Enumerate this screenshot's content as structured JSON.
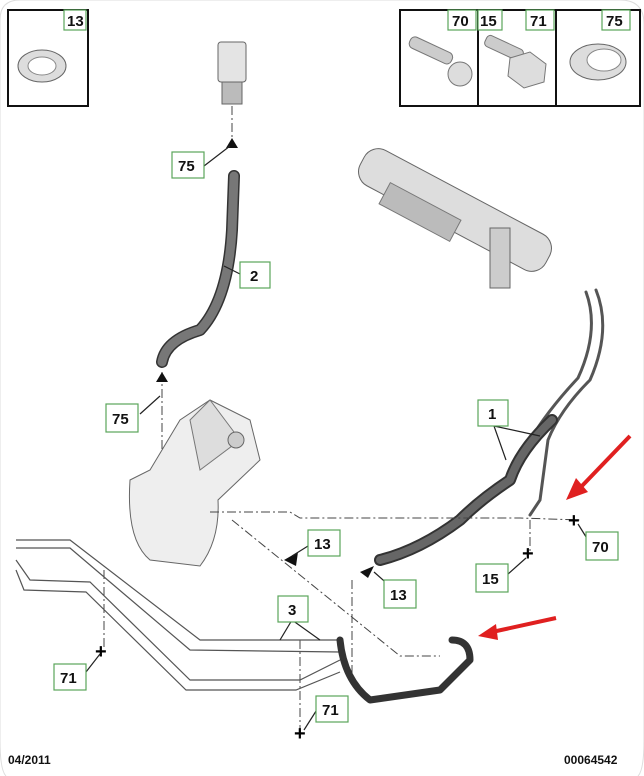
{
  "legend_boxes": [
    {
      "labels": [
        "13"
      ],
      "part": "hose-clamp"
    },
    {
      "labels": [
        "70"
      ],
      "part": "screw"
    },
    {
      "labels": [
        "15",
        "71"
      ],
      "part": "hex-bolt"
    },
    {
      "labels": [
        "75"
      ],
      "part": "hose-clamp"
    }
  ],
  "callouts": {
    "clamp_top": "75",
    "hose_upper": "2",
    "clamp_reservoir": "75",
    "pipe_assembly_right": "1",
    "clamp_mid": "13",
    "clamp_mid_right": "13",
    "screw_right": "70",
    "bolt_right": "15",
    "pipe_assembly_lower": "3",
    "bolt_left": "71",
    "bolt_bottom": "71"
  },
  "footer": {
    "date": "04/2011",
    "diagram_number": "00064542"
  },
  "colors": {
    "callout_border": "#5aa55a",
    "arrow": "#e02020"
  }
}
